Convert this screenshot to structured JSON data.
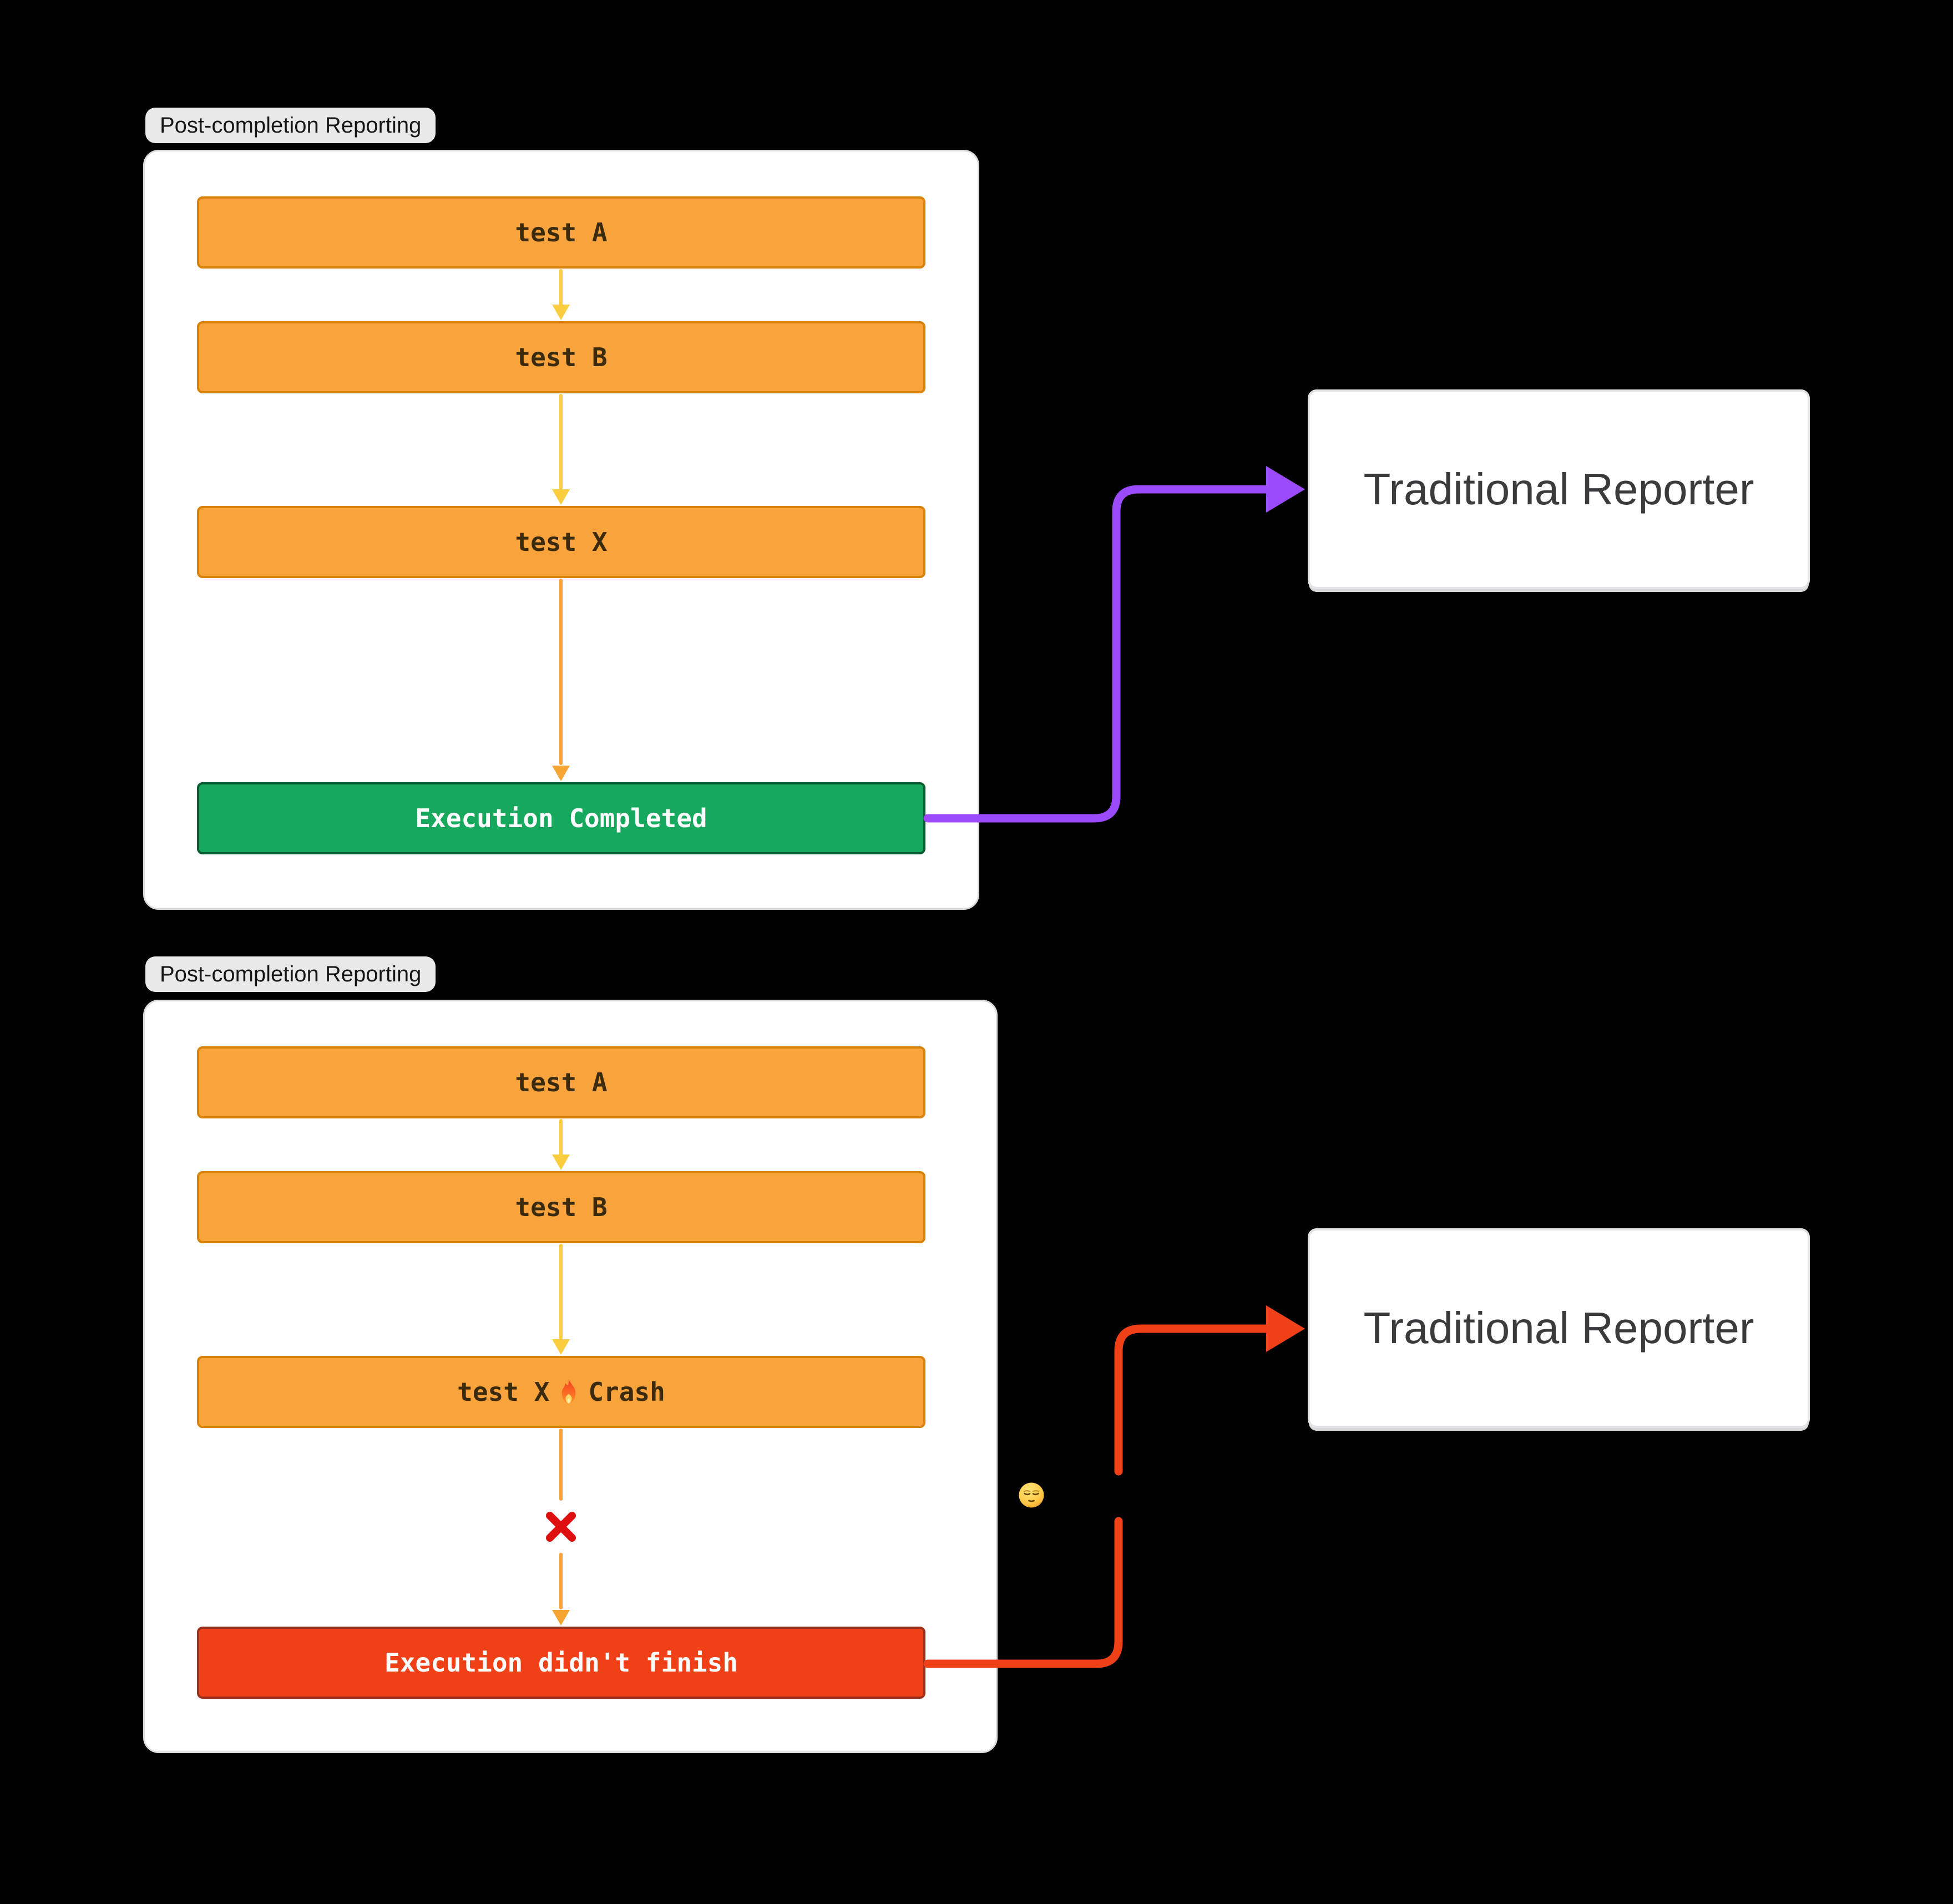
{
  "colors": {
    "background": "#000000",
    "panel_bg": "#ffffff",
    "panel_border": "#dcdcdc",
    "pill_bg": "#e9e9e9",
    "pill_text": "#161618",
    "orange_fill": "#f9a33c",
    "orange_border": "#d8820a",
    "orange_text": "#3a2a0e",
    "green_fill": "#16a85c",
    "green_border": "#0a5c33",
    "red_fill": "#f04018",
    "red_border": "#9d2f1d",
    "terminal_text": "#ffffff",
    "yellow_arrow": "#f9cd3d",
    "orange_arrow": "#f6a432",
    "purple_arrow": "#9b4bfc",
    "red_arrow": "#f04018",
    "red_x": "#df0f0f",
    "reporter_bg": "#ffffff",
    "reporter_border": "#e4e4e6",
    "reporter_text": "#3b3b3d"
  },
  "section_top": {
    "tag": "Post-completion Reporting",
    "nodes": [
      "test A",
      "test B",
      "test X"
    ],
    "terminal": "Execution Completed",
    "reporter": "Traditional Reporter"
  },
  "section_bottom": {
    "tag": "Post-completion Reporting",
    "nodes": [
      "test A",
      "test B"
    ],
    "crash_before": "test X",
    "crash_after": "Crash",
    "terminal": "Execution didn't finish",
    "reporter": "Traditional Reporter"
  },
  "icons": {
    "crash": "fire-icon",
    "blocked": "x-mark-icon",
    "mood": "pensive-face-icon"
  }
}
